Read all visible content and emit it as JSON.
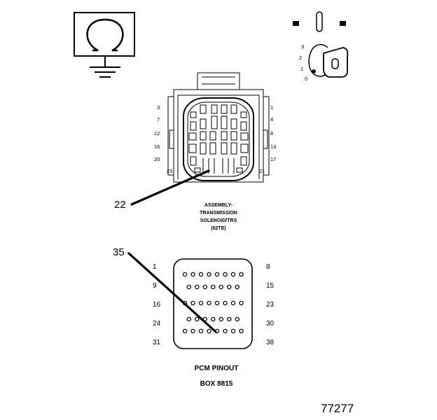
{
  "ohmmeter_symbol": "ohm-icon",
  "key_switch": {
    "positions": [
      "3",
      "2",
      "1",
      "0"
    ]
  },
  "solenoid_connector": {
    "pin_labels_left": [
      "3",
      "7",
      "12",
      "16",
      "20",
      "23"
    ],
    "pin_labels_right": [
      "1",
      "4",
      "8",
      "13",
      "17",
      "21"
    ],
    "caption_lines": [
      "ASSEMBLY-",
      "TRANSMISSION",
      "SOLENOID/TRS",
      "(62TE)"
    ]
  },
  "callouts": {
    "solenoid_probe": "22",
    "pcm_probe": "35"
  },
  "pcm_connector": {
    "row_start_labels": [
      "1",
      "9",
      "16",
      "24",
      "31"
    ],
    "row_end_labels": [
      "8",
      "15",
      "23",
      "30",
      "38"
    ],
    "row_pin_counts": [
      8,
      7,
      8,
      7,
      8
    ],
    "caption_lines": [
      "PCM PINOUT",
      "BOX 8815"
    ]
  },
  "figure_number": "77277"
}
